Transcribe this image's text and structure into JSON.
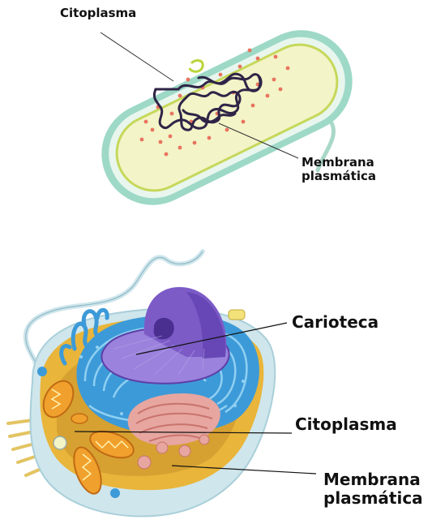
{
  "prokaryote": {
    "label_cytoplasm": "Citoplasma",
    "label_membrane_line1": "Membrana",
    "label_membrane_line2": "plasmática"
  },
  "eukaryote": {
    "label_nuclear_envelope": "Carioteca",
    "label_cytoplasm": "Citoplasma",
    "label_membrane_line1": "Membrana",
    "label_membrane_line2": "plasmática"
  },
  "colors": {
    "bacteria_capsule": "#9dd9c6",
    "bacteria_cytoplasm": "#f3f4c8",
    "bacteria_membrane": "#c6d85a",
    "dna": "#2f2447",
    "ribosome": "#e8745f",
    "cell_membrane": "#cfe6ec",
    "cytoplasm_yellow": "#e9b53a",
    "er_blue": "#3d9ad8",
    "nucleus_purple": "#7c5bc7",
    "golgi_pink": "#e7a6a0",
    "mitochondria_orange": "#f0a02c"
  }
}
